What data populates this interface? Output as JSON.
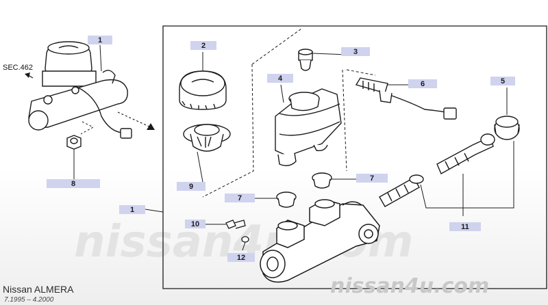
{
  "diagram": {
    "model": "Nissan  ALMERA",
    "years": "7.1995 – 4.2000",
    "sec_ref": "SEC.462",
    "watermark_center": "nissan4u.com",
    "watermark_corner": "nissan4u.com",
    "colors": {
      "line": "#1a1a1a",
      "tag": "#cfd3ee",
      "watermark": "#d7d7d7"
    },
    "callouts": {
      "c1a": "1",
      "c1b": "1",
      "c2": "2",
      "c3": "3",
      "c4": "4",
      "c5": "5",
      "c6": "6",
      "c7a": "7",
      "c7b": "7",
      "c8": "8",
      "c9": "9",
      "c10": "10",
      "c11": "11",
      "c12": "12"
    }
  }
}
